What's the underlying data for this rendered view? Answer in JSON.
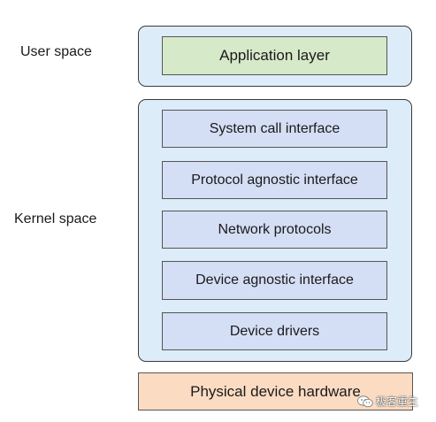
{
  "labels": {
    "user_space": "User space",
    "kernel_space": "Kernel space"
  },
  "user_space": {
    "application_layer": "Application layer"
  },
  "kernel_space": {
    "layers": [
      "System call interface",
      "Protocol agnostic interface",
      "Network protocols",
      "Device agnostic interface",
      "Device drivers"
    ]
  },
  "hardware": {
    "label": "Physical device hardware"
  },
  "watermark": {
    "text": "极客重生",
    "icon": "wechat-icon"
  },
  "colors": {
    "application_fill": "#d6e9c9",
    "kernel_layer_fill": "#d4def5",
    "space_container_fill": "#ddecf9",
    "hardware_fill": "#fbdcc3"
  }
}
